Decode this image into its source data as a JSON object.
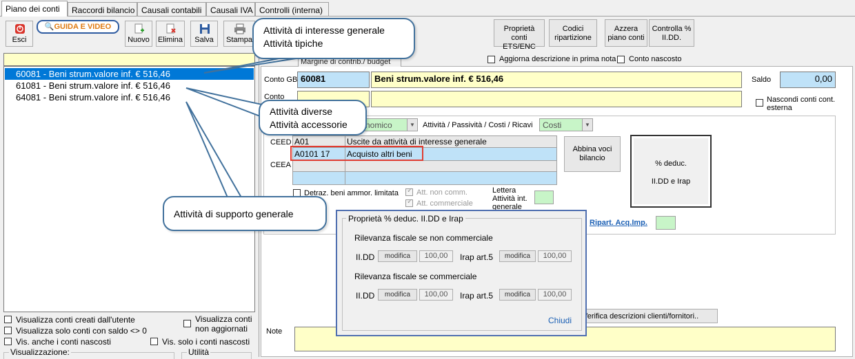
{
  "tabs": [
    "Piano dei conti",
    "Raccordi bilancio",
    "Causali contabili",
    "Causali IVA",
    "Controlli (interna)"
  ],
  "toolbar": {
    "esci": "Esci",
    "guida": "GUIDA E VIDEO",
    "nuovo": "Nuovo",
    "elimina": "Elimina",
    "salva": "Salva",
    "stampa": "Stampa"
  },
  "right_buttons": {
    "proprieta": [
      "Proprietà",
      "conti ETS/ENC"
    ],
    "codici": [
      "Codici",
      "ripartizione"
    ],
    "azzera": [
      "Azzera",
      "piano conti"
    ],
    "controlla": [
      "Controlla %",
      "II.DD."
    ]
  },
  "account_list": [
    "60081 - Beni strum.valore inf. € 516,46",
    "61081 - Beni strum.valore inf. € 516,46",
    "64081 - Beni strum.valore inf. € 516,46"
  ],
  "left_options": {
    "creati": "Visualizza conti creati dall'utente",
    "saldo": "Visualizza solo conti con saldo <> 0",
    "nascosti": "Vis. anche i conti nascosti",
    "non_agg_1": "Visualizza conti",
    "non_agg_2": "non aggiornati",
    "solo_nascosti": "Vis. solo i conti nascosti",
    "visualizzazione": "Visualizzazione:",
    "utilita": "Utilità"
  },
  "subtab": "Margine di contrib./ budget",
  "options_top": {
    "aggiorna": "Aggiorna descrizione in prima nota",
    "nascosto": "Conto nascosto"
  },
  "conto_gb": {
    "label": "Conto GB",
    "code": "60081",
    "desc": "Beni strum.valore inf. € 516,46",
    "saldo_label": "Saldo",
    "saldo": "0,00"
  },
  "conto2_label": "Conto",
  "nascondi": [
    "Nascondi conti cont.",
    "esterna"
  ],
  "nature": {
    "select1": "nomico",
    "label": "Attività / Passività / Costi / Ricavi",
    "select2": "Costi"
  },
  "ceed": {
    "ceed_label": "CEED",
    "ceea_label": "CEEA",
    "row1_code": "A01",
    "row1_desc": "Uscite da attività di interesse generale",
    "row2_code": "A0101  17",
    "row2_desc": "Acquisto altri beni"
  },
  "abbina": [
    "Abbina voci",
    "bilancio"
  ],
  "deduc_box": [
    "% deduc.",
    "II.DD e Irap"
  ],
  "checks": {
    "detraz": "Detraz. beni ammor. limitata",
    "att_non_comm": "Att. non comm.",
    "att_comm": "Att. commerciale",
    "lettera": [
      "Lettera",
      "Attività int.",
      "generale"
    ]
  },
  "ripart": "Ripart. Acq.Imp.",
  "popup": {
    "title": "Proprietà % deduc. II.DD e Irap",
    "section1": "Rilevanza fiscale se non commerciale",
    "section2": "Rilevanza fiscale se commerciale",
    "iidd": "II.DD",
    "irap": "Irap art.5",
    "modifica": "modifica",
    "value": "100,00",
    "chiudi": "Chiudi"
  },
  "verifica": "Verifica descrizioni clienti/fornitori..",
  "note_label": "Note",
  "callouts": {
    "c1": [
      "Attività di interesse generale",
      "Attività tipiche"
    ],
    "c2": [
      "Attività diverse",
      "Attività accessorie"
    ],
    "c3": "Attività di supporto generale"
  },
  "colors": {
    "selection": "#0078d7",
    "callout_border": "#41719c",
    "highlight_red": "#e03c31",
    "field_yellow": "#ffffc8",
    "field_blue": "#bfe2f8"
  }
}
